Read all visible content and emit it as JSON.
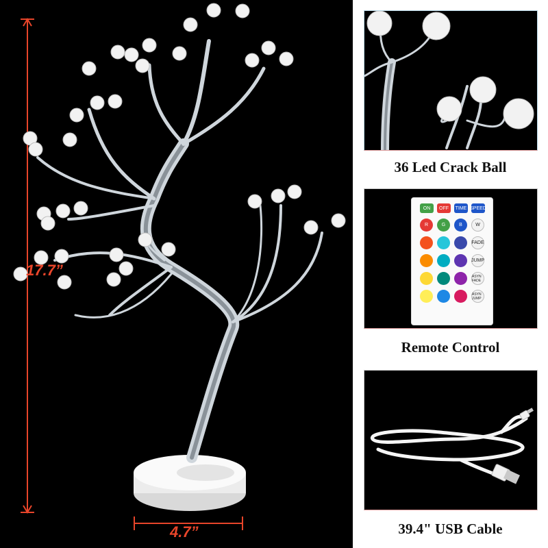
{
  "dimensions": {
    "height_label": "17.7”",
    "width_label": "4.7”"
  },
  "panels": [
    {
      "caption": "36 Led Crack Ball"
    },
    {
      "caption": "Remote Control"
    },
    {
      "caption": "39.4\" USB Cable"
    }
  ],
  "remote": {
    "top_buttons": [
      "ON",
      "OFF",
      "TIME",
      "SPEED"
    ],
    "side_buttons": [
      "W",
      "FADE",
      "JUMP",
      "ASYN FADE",
      "ASYN JUMP"
    ],
    "color_letters": [
      "R",
      "G",
      "B"
    ],
    "button_colors": [
      [
        "#e53935",
        "#43a047",
        "#1e56c9"
      ],
      [
        "#f4511e",
        "#26c6da",
        "#3949ab"
      ],
      [
        "#fb8c00",
        "#00acc1",
        "#5e35b1"
      ],
      [
        "#fdd835",
        "#00897b",
        "#8e24aa"
      ],
      [
        "#ffee58",
        "#1e88e5",
        "#d81b60"
      ]
    ]
  },
  "colors": {
    "dimension_red": "#e8452a",
    "panel_border": "#c8c8c8",
    "background": "#000000"
  }
}
